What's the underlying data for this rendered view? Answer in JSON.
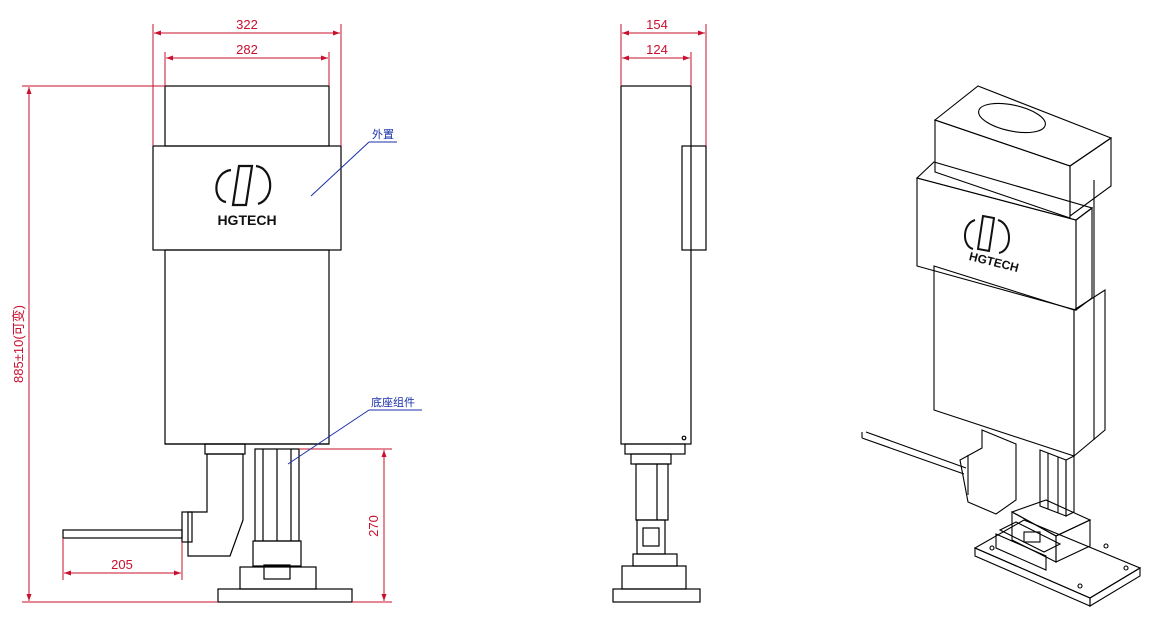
{
  "drawing": {
    "colors": {
      "outline": "#000000",
      "dimension": "#c8102e",
      "callout": "#1a2fa8",
      "background": "#ffffff"
    },
    "brand": "HGTECH",
    "front_view": {
      "dims": {
        "outer_width": "322",
        "inner_width": "282",
        "total_height": "885±10(可变)",
        "base_height": "270",
        "arm_offset": "205"
      },
      "callouts": {
        "cover": "外置",
        "base_assembly": "底座组件"
      }
    },
    "side_view": {
      "dims": {
        "outer_depth": "154",
        "inner_depth": "124"
      }
    },
    "iso_view": {}
  }
}
